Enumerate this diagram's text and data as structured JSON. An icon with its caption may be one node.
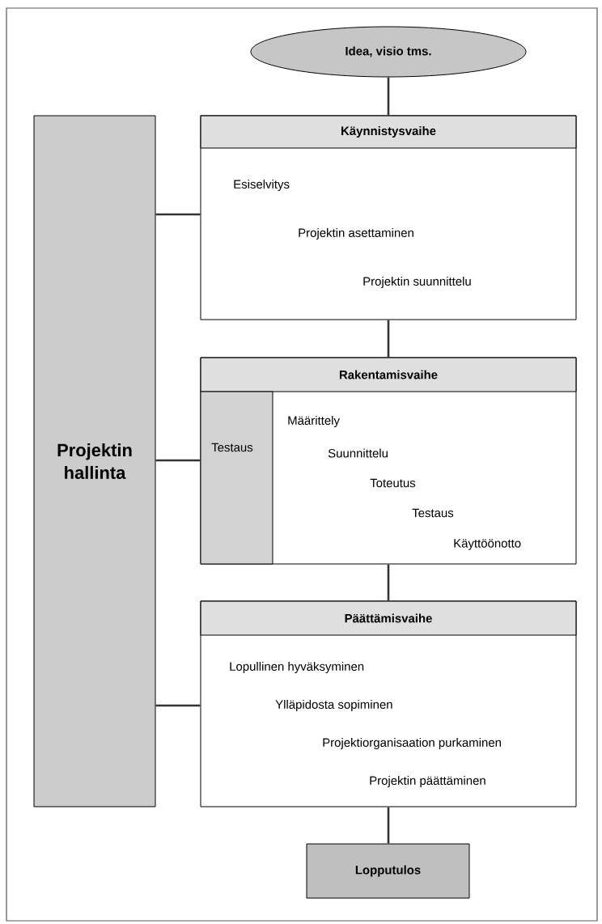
{
  "diagram": {
    "nodes": [
      {
        "text": [
          "Idea, visio tms."
        ]
      },
      {
        "text": [
          "Käynnistysvaihe",
          "Esiselvitys",
          "Projektin asettaminen",
          "Projektin suunnittelu"
        ]
      },
      {
        "text": [
          "Rakentamisvaihe",
          "Määrittely",
          "Suunnittelu",
          "Toteutus",
          "Testaus",
          "Käyttöönotto"
        ]
      },
      {
        "text": [
          "Testaus"
        ],
        "in": 2
      },
      {
        "text": [
          "Päättämisvaihe",
          "Lopullinen hyväksyminen",
          "Ylläpidosta sopiminen",
          "Projektiorganisaation purkaminen",
          "Projektin päättäminen"
        ]
      },
      {
        "text": [
          "Lopputulos"
        ]
      },
      {
        "text": [
          "Projektin hallinta"
        ]
      }
    ],
    "edges": [
      {
        "from": 0,
        "to": 1,
        "arrow": "none"
      },
      {
        "from": 1,
        "to": 2,
        "arrow": "none"
      },
      {
        "from": 2,
        "to": 4,
        "arrow": "none"
      },
      {
        "from": 4,
        "to": 5,
        "arrow": "none"
      },
      {
        "from": 6,
        "to": 1,
        "arrow": "none"
      },
      {
        "from": 6,
        "to": 3,
        "arrow": "none"
      },
      {
        "from": 6,
        "to": 4,
        "arrow": "none"
      }
    ]
  }
}
